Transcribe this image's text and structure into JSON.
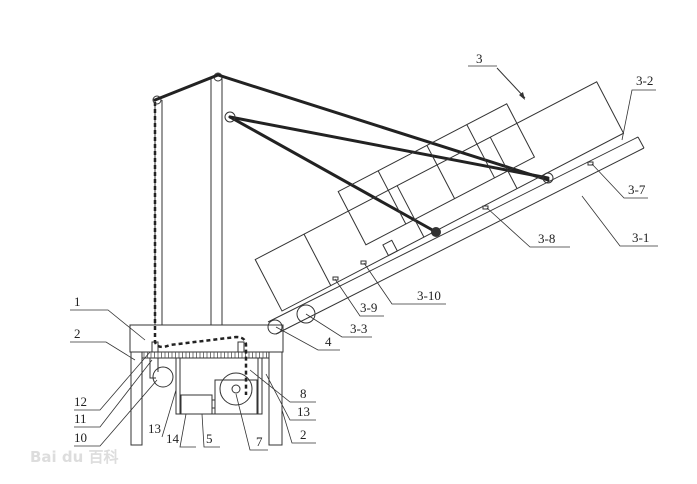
{
  "labels": {
    "assembly": "3",
    "panel": "3-2",
    "part_3_7": "3-7",
    "rail": "3-1",
    "part_3_8": "3-8",
    "part_3_10": "3-10",
    "part_3_9": "3-9",
    "roller_3_3": "3-3",
    "roller_4": "4",
    "frame_1": "1",
    "leg_2_left": "2",
    "part_12": "12",
    "part_11": "11",
    "part_10": "10",
    "part_13_left": "13",
    "part_14": "14",
    "box_5": "5",
    "motor_7": "7",
    "part_8": "8",
    "part_13_right": "13",
    "leg_2_right": "2"
  },
  "watermark": "Bai du 百科"
}
